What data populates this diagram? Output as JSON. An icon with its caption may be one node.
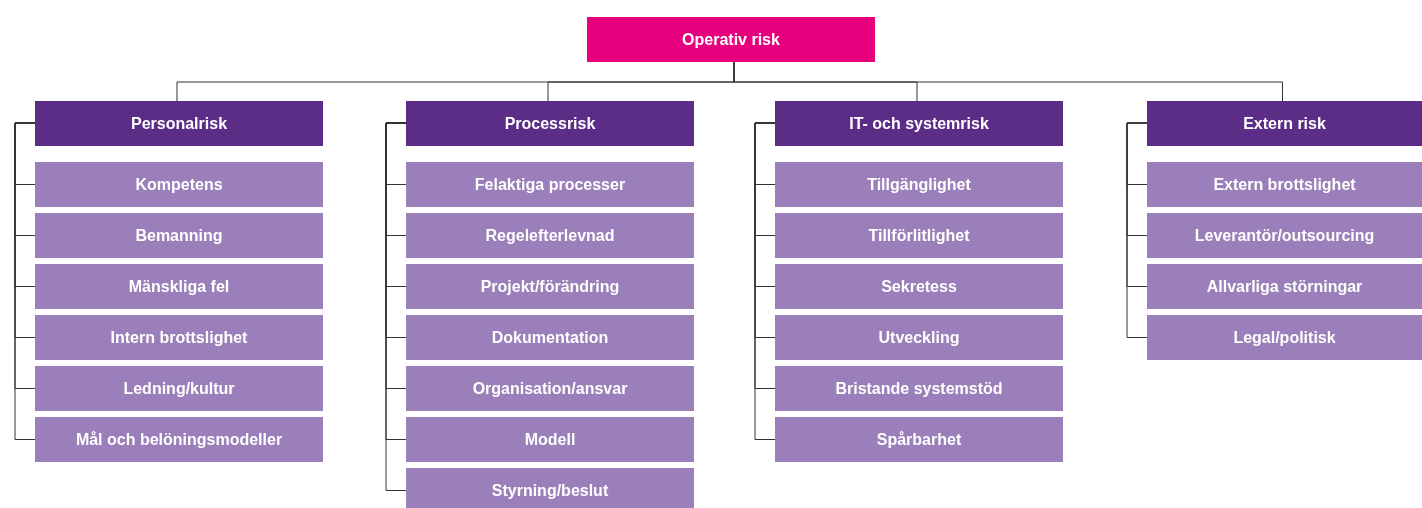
{
  "diagram": {
    "nodes": [
      {
        "text": [
          "Operativ risk"
        ]
      },
      {
        "text": [
          "Personalrisk"
        ]
      },
      {
        "text": [
          "Kompetens"
        ]
      },
      {
        "text": [
          "Bemanning"
        ]
      },
      {
        "text": [
          "Mänskliga fel"
        ]
      },
      {
        "text": [
          "Intern brottslighet"
        ]
      },
      {
        "text": [
          "Ledning/kultur"
        ]
      },
      {
        "text": [
          "Mål och belöningsmodeller"
        ]
      },
      {
        "text": [
          "Processrisk"
        ]
      },
      {
        "text": [
          "Felaktiga processer"
        ]
      },
      {
        "text": [
          "Regelefterlevnad"
        ]
      },
      {
        "text": [
          "Projekt/förändring"
        ]
      },
      {
        "text": [
          "Dokumentation"
        ]
      },
      {
        "text": [
          "Organisation/ansvar"
        ]
      },
      {
        "text": [
          "Modell"
        ]
      },
      {
        "text": [
          "Styrning/beslut"
        ]
      },
      {
        "text": [
          "IT- och systemrisk"
        ]
      },
      {
        "text": [
          "Tillgänglighet"
        ]
      },
      {
        "text": [
          "Tillförlitlighet"
        ]
      },
      {
        "text": [
          "Sekretess"
        ]
      },
      {
        "text": [
          "Utveckling"
        ]
      },
      {
        "text": [
          "Bristande systemstöd"
        ]
      },
      {
        "text": [
          "Spårbarhet"
        ]
      },
      {
        "text": [
          "Extern risk"
        ]
      },
      {
        "text": [
          "Extern brottslighet"
        ]
      },
      {
        "text": [
          "Leverantör/outsourcing"
        ]
      },
      {
        "text": [
          "Allvarliga störningar"
        ]
      },
      {
        "text": [
          "Legal/politisk"
        ]
      }
    ],
    "edges": [
      {
        "from": 0,
        "to": 1,
        "arrow": "none"
      },
      {
        "from": 0,
        "to": 8,
        "arrow": "none"
      },
      {
        "from": 0,
        "to": 16,
        "arrow": "none"
      },
      {
        "from": 0,
        "to": 23,
        "arrow": "none"
      },
      {
        "from": 1,
        "to": 2,
        "arrow": "none"
      },
      {
        "from": 1,
        "to": 3,
        "arrow": "none"
      },
      {
        "from": 1,
        "to": 4,
        "arrow": "none"
      },
      {
        "from": 1,
        "to": 5,
        "arrow": "none"
      },
      {
        "from": 1,
        "to": 6,
        "arrow": "none"
      },
      {
        "from": 1,
        "to": 7,
        "arrow": "none"
      },
      {
        "from": 8,
        "to": 9,
        "arrow": "none"
      },
      {
        "from": 8,
        "to": 10,
        "arrow": "none"
      },
      {
        "from": 8,
        "to": 11,
        "arrow": "none"
      },
      {
        "from": 8,
        "to": 12,
        "arrow": "none"
      },
      {
        "from": 8,
        "to": 13,
        "arrow": "none"
      },
      {
        "from": 8,
        "to": 14,
        "arrow": "none"
      },
      {
        "from": 8,
        "to": 15,
        "arrow": "none"
      },
      {
        "from": 16,
        "to": 17,
        "arrow": "none"
      },
      {
        "from": 16,
        "to": 18,
        "arrow": "none"
      },
      {
        "from": 16,
        "to": 19,
        "arrow": "none"
      },
      {
        "from": 16,
        "to": 20,
        "arrow": "none"
      },
      {
        "from": 16,
        "to": 21,
        "arrow": "none"
      },
      {
        "from": 16,
        "to": 22,
        "arrow": "none"
      },
      {
        "from": 23,
        "to": 24,
        "arrow": "none"
      },
      {
        "from": 23,
        "to": 25,
        "arrow": "none"
      },
      {
        "from": 23,
        "to": 26,
        "arrow": "none"
      },
      {
        "from": 23,
        "to": 27,
        "arrow": "none"
      }
    ]
  }
}
